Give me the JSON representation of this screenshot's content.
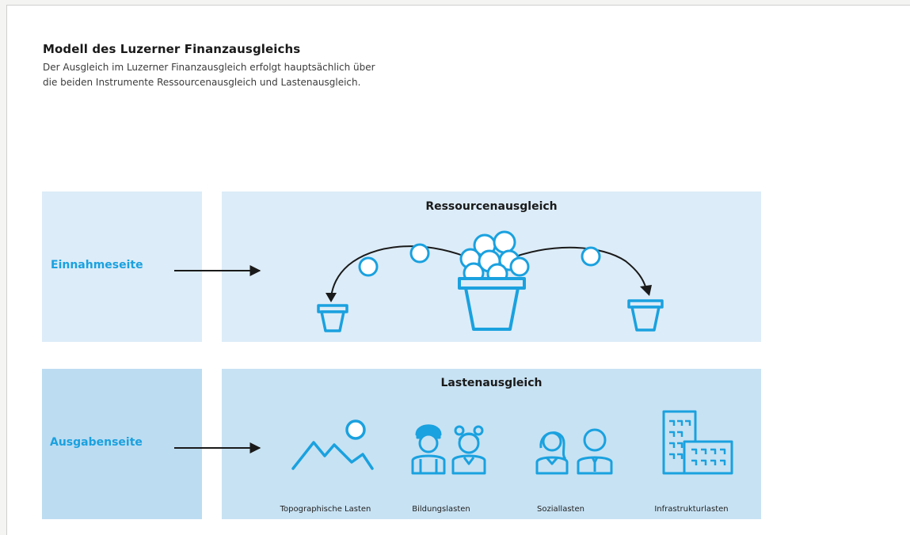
{
  "header": {
    "title": "Modell des Luzerner Finanzausgleichs",
    "subtitle_line1": "Der Ausgleich im Luzerner Finanzausgleich erfolgt hauptsächlich über",
    "subtitle_line2": "die beiden Instrumente Ressourcenausgleich und Lastenausgleich."
  },
  "rows": {
    "income": {
      "side_label": "Einnahmeseite",
      "box_title": "Ressourcenausgleich"
    },
    "expense": {
      "side_label": "Ausgabenseite",
      "box_title": "Lastenausgleich"
    }
  },
  "burdens": [
    {
      "label": "Topographische Lasten",
      "icon": "mountain-sun-icon"
    },
    {
      "label": "Bildungslasten",
      "icon": "students-icon"
    },
    {
      "label": "Soziallasten",
      "icon": "people-icon"
    },
    {
      "label": "Infrastrukturlasten",
      "icon": "buildings-icon"
    }
  ],
  "colors": {
    "accent": "#1aa1df",
    "panel_light": "#dcecf8",
    "panel_medium": "#c7e2f3"
  }
}
